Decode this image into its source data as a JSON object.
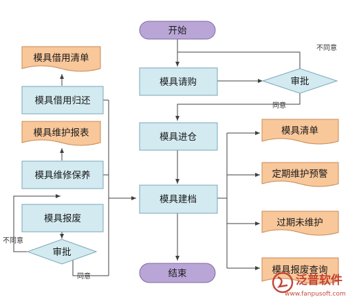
{
  "nodes": {
    "start": "开始",
    "purchase": "模具请购",
    "approve_top": "审批",
    "stock_in": "模具进仓",
    "archive": "模具建档",
    "end": "结束",
    "borrow_list": "模具借用清单",
    "borrow_return": "模具借用归还",
    "maint_report": "模具维护报表",
    "maint_service": "模具维修保养",
    "scrap": "模具报废",
    "approve_left": "审批",
    "mold_list": "模具清单",
    "maint_warning": "定期维护预警",
    "overdue_maint": "过期未维护",
    "scrap_query": "模具报废查询"
  },
  "edge_labels": {
    "top_disagree": "不同意",
    "top_agree": "同意",
    "left_disagree": "不同意",
    "left_agree": "同意"
  },
  "watermark": {
    "brand": "泛普软件",
    "url": "www.fanpusoft.com"
  },
  "colors": {
    "process_fill": "#d2eaf0",
    "process_stroke": "#7aa6b8",
    "document_fill": "#f8c79a",
    "document_stroke": "#c88a55",
    "terminal_fill": "#b9a6d6",
    "terminal_stroke": "#7d6aa3",
    "line": "#404040",
    "watermark": "#c0392b"
  }
}
